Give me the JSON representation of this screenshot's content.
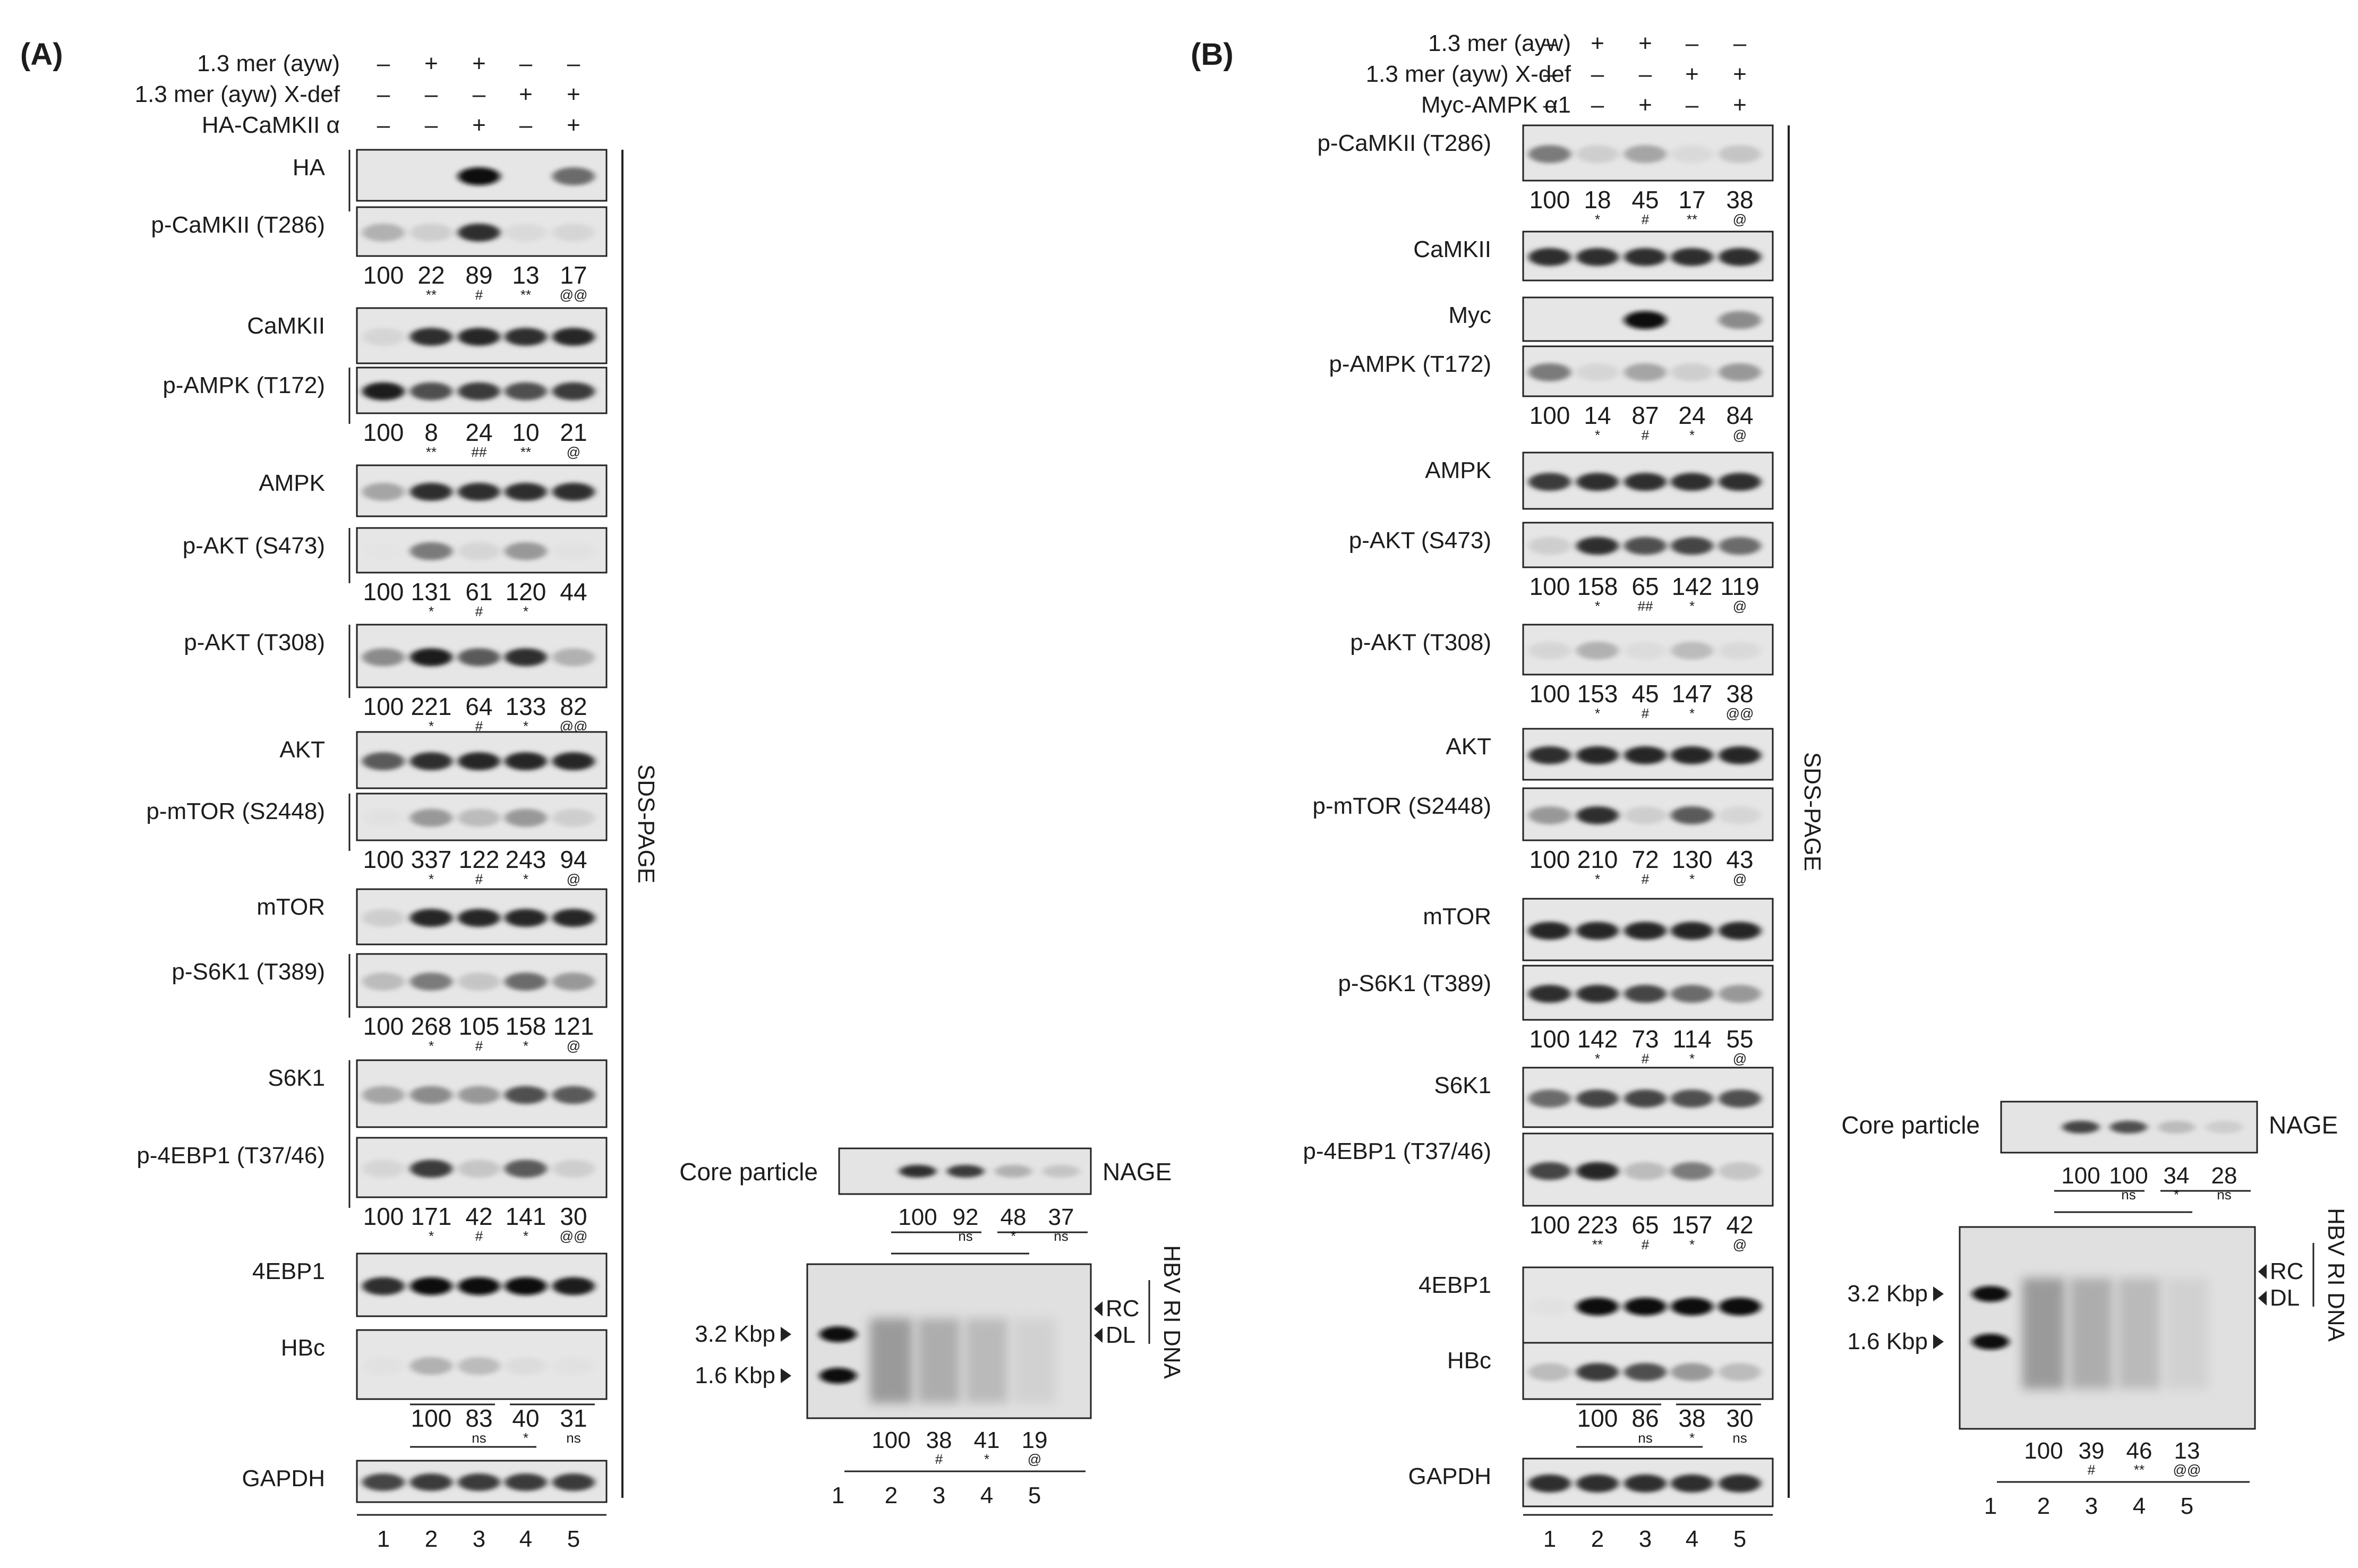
{
  "panelA": {
    "label": "(A)",
    "conditions": [
      {
        "label": "1.3 mer (ayw)",
        "signs": [
          "–",
          "+",
          "+",
          "–",
          "–"
        ]
      },
      {
        "label": "1.3 mer (ayw) X-def",
        "signs": [
          "–",
          "–",
          "–",
          "+",
          "+"
        ]
      },
      {
        "label": "HA-CaMKII α",
        "signs": [
          "–",
          "–",
          "+",
          "–",
          "+"
        ]
      }
    ],
    "blots": [
      {
        "label": "HA",
        "bands": [
          0,
          0,
          1.0,
          0,
          0.6
        ]
      },
      {
        "label": "p-CaMKII (T286)",
        "bands": [
          0.35,
          0.2,
          0.85,
          0.12,
          0.15
        ],
        "values": [
          "100",
          "22",
          "89",
          "13",
          "17"
        ],
        "stats": [
          "",
          "**",
          "#",
          "**",
          "@@"
        ]
      },
      {
        "label": "CaMKII",
        "bands": [
          0.15,
          0.85,
          0.9,
          0.85,
          0.9
        ]
      },
      {
        "label": "p-AMPK (T172)",
        "bands": [
          0.95,
          0.7,
          0.8,
          0.7,
          0.8
        ],
        "values": [
          "100",
          "8",
          "24",
          "10",
          "21"
        ],
        "stats": [
          "",
          "**",
          "##",
          "**",
          "@"
        ]
      },
      {
        "label": "AMPK",
        "bands": [
          0.4,
          0.85,
          0.85,
          0.85,
          0.85
        ]
      },
      {
        "label": "p-AKT (S473)",
        "bands": [
          0.02,
          0.55,
          0.15,
          0.45,
          0.05
        ],
        "values": [
          "100",
          "131",
          "61",
          "120",
          "44"
        ],
        "stats": [
          "",
          "*",
          "#",
          "*",
          ""
        ]
      },
      {
        "label": "p-AKT (T308)",
        "bands": [
          0.5,
          0.95,
          0.65,
          0.85,
          0.35
        ],
        "values": [
          "100",
          "221",
          "64",
          "133",
          "82"
        ],
        "stats": [
          "",
          "*",
          "#",
          "*",
          "@@"
        ]
      },
      {
        "label": "AKT",
        "bands": [
          0.65,
          0.85,
          0.9,
          0.9,
          0.9
        ]
      },
      {
        "label": "p-mTOR (S2448)",
        "bands": [
          0.05,
          0.45,
          0.3,
          0.45,
          0.2
        ],
        "values": [
          "100",
          "337",
          "122",
          "243",
          "94"
        ],
        "stats": [
          "",
          "*",
          "#",
          "*",
          "@"
        ]
      },
      {
        "label": "mTOR",
        "bands": [
          0.2,
          0.9,
          0.9,
          0.9,
          0.9
        ]
      },
      {
        "label": "p-S6K1 (T389)",
        "bands": [
          0.3,
          0.55,
          0.25,
          0.6,
          0.45
        ],
        "values": [
          "100",
          "268",
          "105",
          "158",
          "121"
        ],
        "stats": [
          "",
          "*",
          "#",
          "*",
          "@"
        ]
      },
      {
        "label": "S6K1",
        "bands": [
          0.4,
          0.5,
          0.45,
          0.7,
          0.65
        ]
      },
      {
        "label": "p-4EBP1 (T37/46)",
        "bands": [
          0.15,
          0.8,
          0.25,
          0.65,
          0.2
        ],
        "values": [
          "100",
          "171",
          "42",
          "141",
          "30"
        ],
        "stats": [
          "",
          "*",
          "#",
          "*",
          "@@"
        ]
      },
      {
        "label": "4EBP1",
        "bands": [
          0.85,
          1.0,
          1.0,
          1.0,
          0.95
        ]
      },
      {
        "label": "HBc",
        "bands": [
          0.05,
          0.35,
          0.3,
          0.1,
          0.05
        ],
        "values": [
          "",
          "100",
          "83",
          "40",
          "31"
        ],
        "stats": [
          "",
          "",
          "ns",
          "*",
          "ns"
        ]
      },
      {
        "label": "GAPDH",
        "bands": [
          0.75,
          0.8,
          0.8,
          0.8,
          0.8
        ]
      }
    ],
    "side_label": "SDS-PAGE",
    "lanes": [
      "1",
      "2",
      "3",
      "4",
      "5"
    ],
    "core": {
      "label": "Core particle",
      "tag": "NAGE",
      "bands": [
        0,
        0.85,
        0.8,
        0.35,
        0.25
      ],
      "values": [
        "",
        "100",
        "92",
        "48",
        "37"
      ],
      "stats": [
        "",
        "",
        "ns",
        "*",
        "ns"
      ]
    },
    "dna": {
      "markers": [
        "3.2 Kbp",
        "1.6 Kbp"
      ],
      "forms": [
        "RC",
        "DL"
      ],
      "label": "HBV RI DNA",
      "values": [
        "",
        "100",
        "38",
        "41",
        "19"
      ],
      "stats": [
        "",
        "",
        "#",
        "*",
        "@"
      ],
      "lanes": [
        "1",
        "2",
        "3",
        "4",
        "5"
      ]
    }
  },
  "panelB": {
    "label": "(B)",
    "conditions": [
      {
        "label": "1.3 mer (ayw)",
        "signs": [
          "–",
          "+",
          "+",
          "–",
          "–"
        ]
      },
      {
        "label": "1.3 mer (ayw) X-def",
        "signs": [
          "–",
          "–",
          "–",
          "+",
          "+"
        ]
      },
      {
        "label": "Myc-AMPK α1",
        "signs": [
          "–",
          "–",
          "+",
          "–",
          "+"
        ]
      }
    ],
    "blots": [
      {
        "label": "p-CaMKII (T286)",
        "bands": [
          0.55,
          0.2,
          0.4,
          0.12,
          0.25
        ],
        "values": [
          "100",
          "18",
          "45",
          "17",
          "38"
        ],
        "stats": [
          "",
          "*",
          "#",
          "**",
          "@"
        ]
      },
      {
        "label": "CaMKII",
        "bands": [
          0.85,
          0.85,
          0.85,
          0.85,
          0.85
        ]
      },
      {
        "label": "Myc",
        "bands": [
          0,
          0,
          1.0,
          0,
          0.5
        ]
      },
      {
        "label": "p-AMPK (T172)",
        "bands": [
          0.55,
          0.15,
          0.4,
          0.2,
          0.45
        ],
        "values": [
          "100",
          "14",
          "87",
          "24",
          "84"
        ],
        "stats": [
          "",
          "*",
          "#",
          "*",
          "@"
        ]
      },
      {
        "label": "AMPK",
        "bands": [
          0.8,
          0.85,
          0.85,
          0.85,
          0.85
        ]
      },
      {
        "label": "p-AKT (S473)",
        "bands": [
          0.2,
          0.85,
          0.7,
          0.75,
          0.6
        ],
        "values": [
          "100",
          "158",
          "65",
          "142",
          "119"
        ],
        "stats": [
          "",
          "*",
          "##",
          "*",
          "@"
        ]
      },
      {
        "label": "p-AKT (T308)",
        "bands": [
          0.15,
          0.35,
          0.1,
          0.3,
          0.12
        ],
        "values": [
          "100",
          "153",
          "45",
          "147",
          "38"
        ],
        "stats": [
          "",
          "*",
          "#",
          "*",
          "@@"
        ]
      },
      {
        "label": "AKT",
        "bands": [
          0.85,
          0.9,
          0.9,
          0.9,
          0.9
        ]
      },
      {
        "label": "p-mTOR (S2448)",
        "bands": [
          0.45,
          0.85,
          0.2,
          0.65,
          0.15
        ],
        "values": [
          "100",
          "210",
          "72",
          "130",
          "43"
        ],
        "stats": [
          "",
          "*",
          "#",
          "*",
          "@"
        ]
      },
      {
        "label": "mTOR",
        "bands": [
          0.9,
          0.9,
          0.9,
          0.9,
          0.9
        ]
      },
      {
        "label": "p-S6K1 (T389)",
        "bands": [
          0.85,
          0.85,
          0.75,
          0.6,
          0.45
        ],
        "values": [
          "100",
          "142",
          "73",
          "114",
          "55"
        ],
        "stats": [
          "",
          "*",
          "#",
          "*",
          "@"
        ]
      },
      {
        "label": "S6K1",
        "bands": [
          0.6,
          0.75,
          0.75,
          0.7,
          0.7
        ]
      },
      {
        "label": "p-4EBP1 (T37/46)",
        "bands": [
          0.75,
          0.9,
          0.3,
          0.55,
          0.25
        ],
        "values": [
          "100",
          "223",
          "65",
          "157",
          "42"
        ],
        "stats": [
          "",
          "**",
          "#",
          "*",
          "@"
        ]
      },
      {
        "label": "4EBP1",
        "bands": [
          0.05,
          1.0,
          1.0,
          1.0,
          1.0
        ]
      },
      {
        "label": "HBc",
        "bands": [
          0.3,
          0.8,
          0.7,
          0.45,
          0.3
        ],
        "values": [
          "",
          "100",
          "86",
          "38",
          "30"
        ],
        "stats": [
          "",
          "",
          "ns",
          "*",
          "ns"
        ]
      },
      {
        "label": "GAPDH",
        "bands": [
          0.85,
          0.85,
          0.85,
          0.85,
          0.85
        ]
      }
    ],
    "side_label": "SDS-PAGE",
    "lanes": [
      "1",
      "2",
      "3",
      "4",
      "5"
    ],
    "core": {
      "label": "Core particle",
      "tag": "NAGE",
      "bands": [
        0,
        0.75,
        0.7,
        0.3,
        0.2
      ],
      "values": [
        "",
        "100",
        "100",
        "34",
        "28"
      ],
      "stats": [
        "",
        "",
        "ns",
        "*",
        "ns"
      ]
    },
    "dna": {
      "markers": [
        "3.2 Kbp",
        "1.6 Kbp"
      ],
      "forms": [
        "RC",
        "DL"
      ],
      "label": "HBV RI DNA",
      "values": [
        "",
        "100",
        "39",
        "46",
        "13"
      ],
      "stats": [
        "",
        "",
        "#",
        "**",
        "@@"
      ],
      "lanes": [
        "1",
        "2",
        "3",
        "4",
        "5"
      ]
    }
  }
}
